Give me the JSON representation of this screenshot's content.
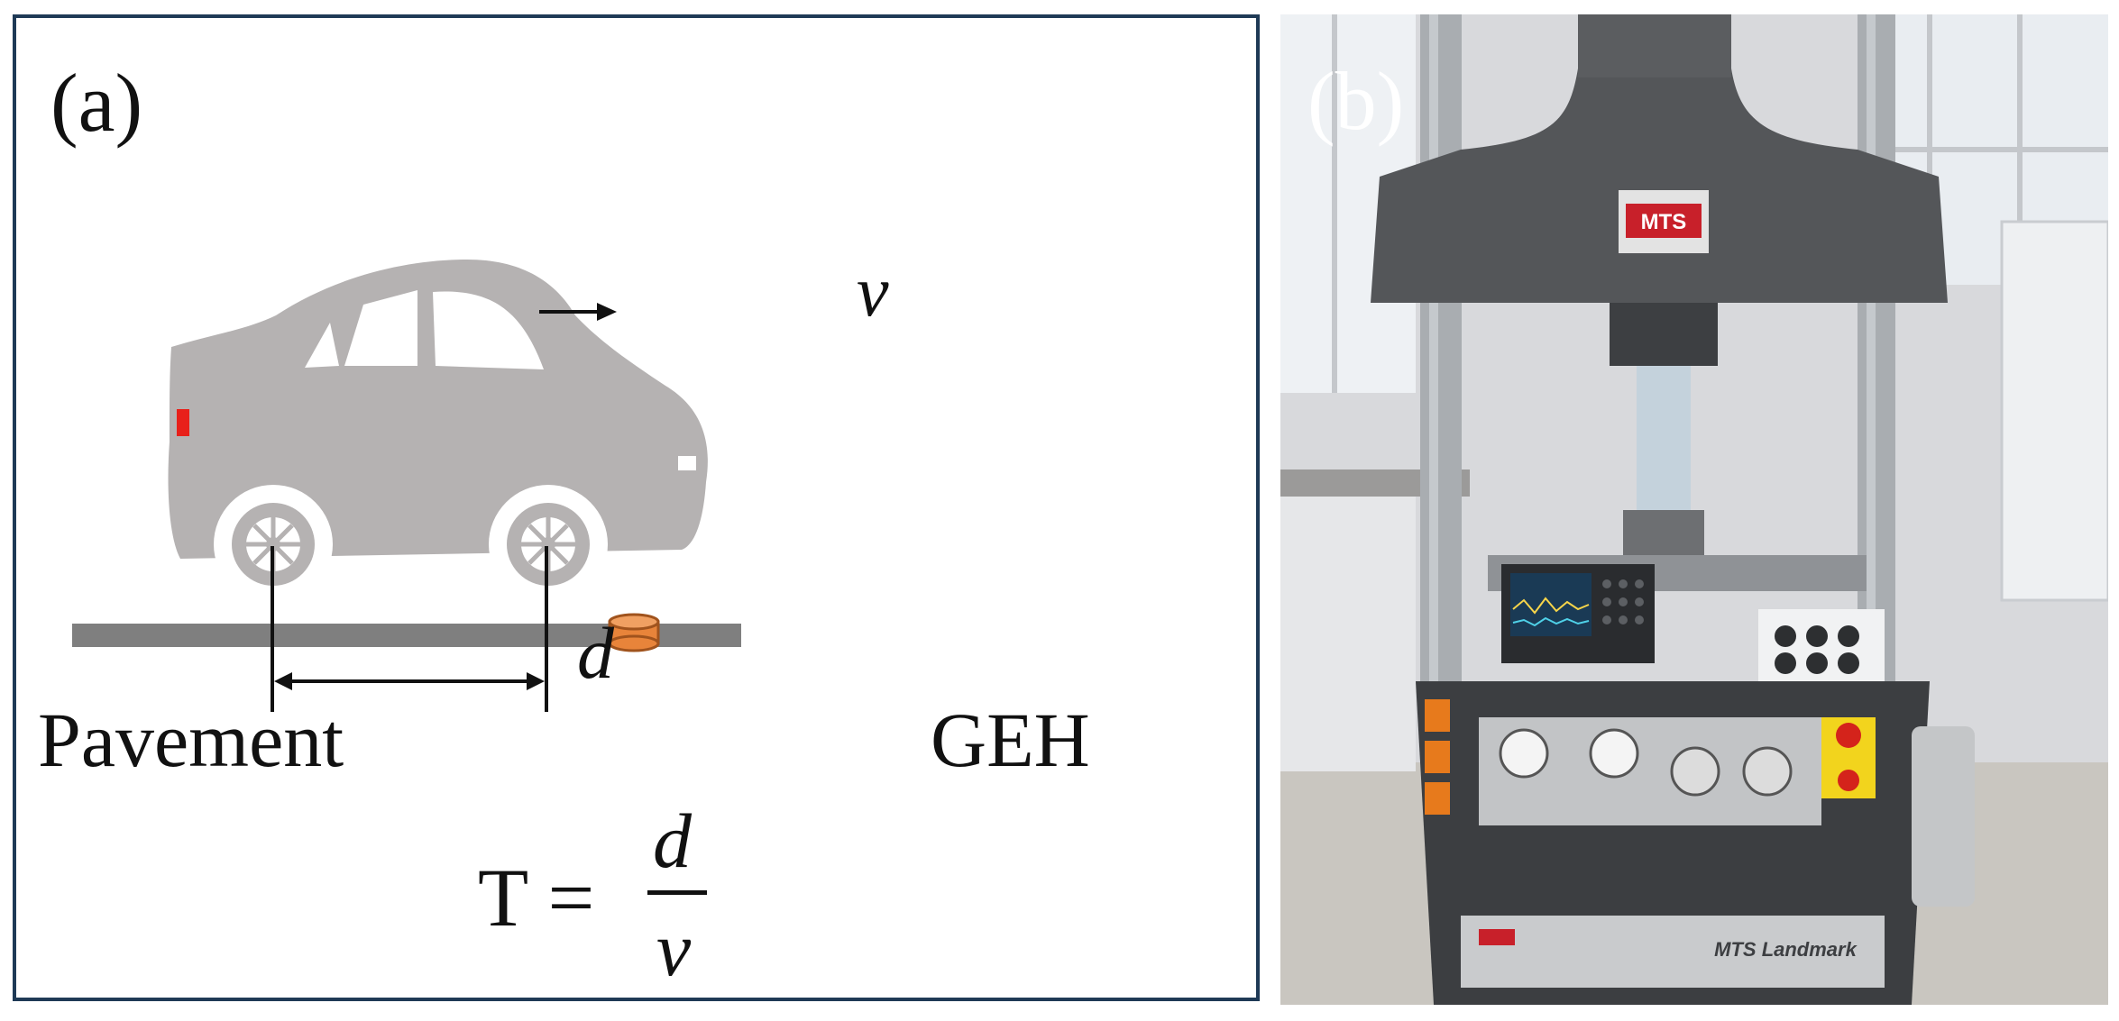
{
  "panel_a": {
    "label": "(a)",
    "pavement_label": "Pavement",
    "sensor_label": "GEH",
    "distance_symbol": "d",
    "velocity_symbol": "v",
    "equation": {
      "lhs": "T =",
      "numerator": "d",
      "denominator": "v"
    },
    "colors": {
      "border": "#1f3a56",
      "car_body": "#b5b2b2",
      "pavement": "#7f7f7f",
      "tail_light": "#e8201a",
      "sensor": "#e8843a"
    }
  },
  "panel_b": {
    "label": "(b)",
    "machine_badge": "MTS",
    "machine_model": "MTS Landmark"
  }
}
